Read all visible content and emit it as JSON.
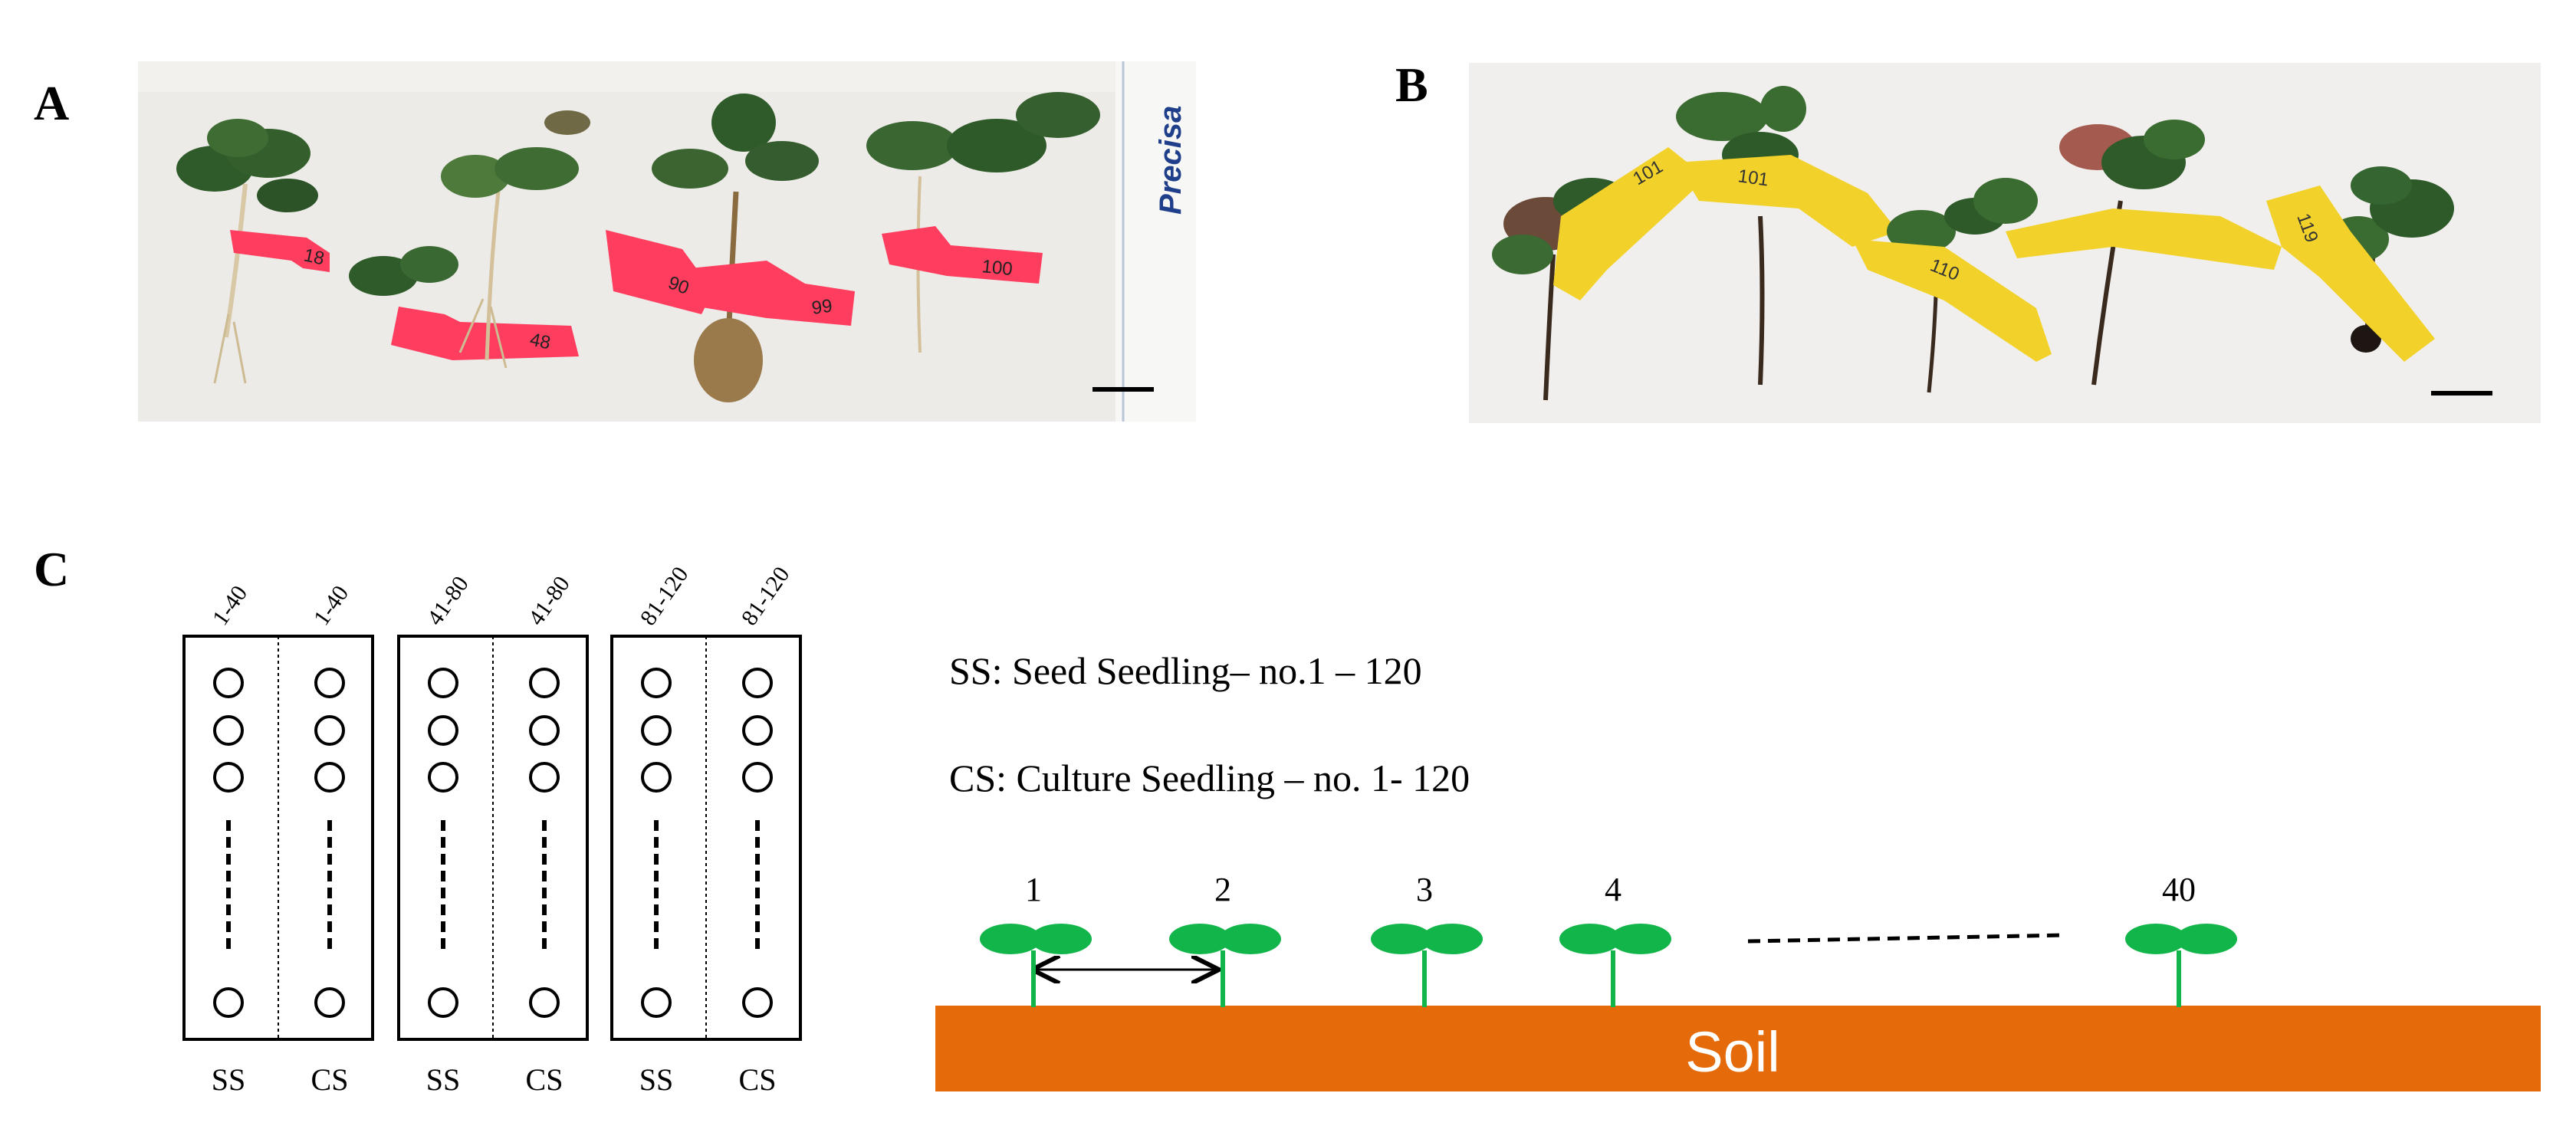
{
  "panels": {
    "a": {
      "label": "A"
    },
    "b": {
      "label": "B"
    },
    "c": {
      "label": "C"
    }
  },
  "photo_a": {
    "tags": [
      "18",
      "48",
      "90",
      "99",
      "100"
    ],
    "ruler_text": "Precisa"
  },
  "photo_b": {
    "tags": [
      "101",
      "101",
      "110",
      "119"
    ]
  },
  "layout": {
    "blocks": [
      {
        "left_label": "SS",
        "right_label": "CS",
        "left_range": "1-40",
        "right_range": "1-40"
      },
      {
        "left_label": "SS",
        "right_label": "CS",
        "left_range": "41-80",
        "right_range": "41-80"
      },
      {
        "left_label": "SS",
        "right_label": "CS",
        "left_range": "81-120",
        "right_range": "81-120"
      }
    ]
  },
  "legend": {
    "ss": "SS: Seed Seedling– no.1 – 120",
    "cs": "CS: Culture Seedling – no. 1- 120"
  },
  "row": {
    "plants": [
      "1",
      "2",
      "3",
      "4",
      "40"
    ],
    "soil_label": "Soil"
  },
  "colors": {
    "seedling_green": "#12b54a",
    "soil_orange": "#e56b0a",
    "tag_red": "#ff3b5c",
    "tag_yellow": "#f2d22a"
  }
}
